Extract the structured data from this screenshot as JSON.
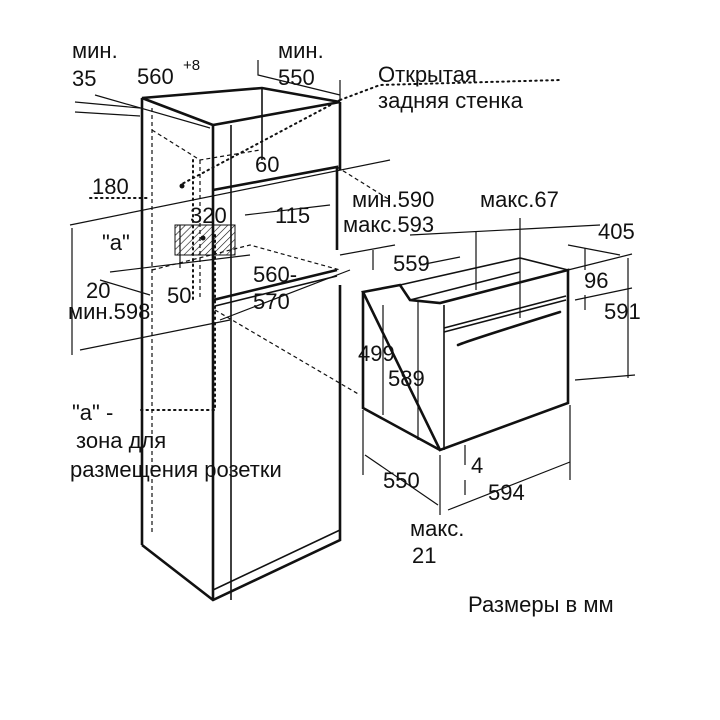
{
  "title": "Размеры в мм",
  "niche": {
    "min_35_label": "мин.",
    "min_35_value": "35",
    "width_560": "560",
    "width_560_tolerance": "+8",
    "depth_min_label": "мин.",
    "depth_min_value": "550",
    "open_back_line1": "Открытая",
    "open_back_line2": "задняя стенка",
    "dim_60": "60",
    "dim_180": "180",
    "dim_320": "320",
    "dim_115": "115",
    "socket_marker": "\"a\"",
    "dim_20": "20",
    "dim_50": "50",
    "width_560_570_line1": "560-",
    "width_560_570_line2": "570",
    "height_min_598": "мин.598",
    "height_min_590": "мин.590",
    "height_max_593": "макс.593"
  },
  "legend": {
    "marker": "\"a\" -",
    "line1": "зона для",
    "line2": "размещения розетки"
  },
  "oven": {
    "max_67": "макс.67",
    "dim_405": "405",
    "dim_559": "559",
    "dim_96": "96",
    "dim_591": "591",
    "dim_499": "499",
    "dim_589": "589",
    "dim_550": "550",
    "dim_4": "4",
    "dim_594": "594",
    "max_21_label": "макс.",
    "max_21_value": "21"
  }
}
